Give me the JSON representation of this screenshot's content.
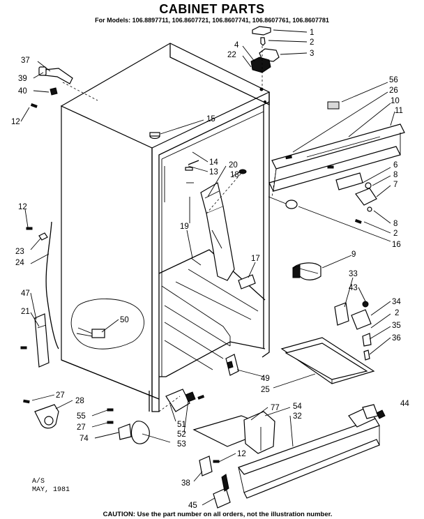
{
  "header": {
    "title": "CABINET PARTS",
    "models": "For Models: 106.8897711, 106.8607721, 106.8607741, 106.8607761, 106.8607781"
  },
  "callouts": {
    "n1": "1",
    "n2": "2",
    "n3": "3",
    "n4": "4",
    "n22": "22",
    "n37": "37",
    "n39": "39",
    "n40": "40",
    "n12a": "12",
    "n15": "15",
    "n56": "56",
    "n26": "26",
    "n10": "10",
    "n11": "11",
    "n14": "14",
    "n13": "13",
    "n20": "20",
    "n18": "18",
    "n6": "6",
    "n8a": "8",
    "n7": "7",
    "n8b": "8",
    "n2b": "2",
    "n16": "16",
    "n12b": "12",
    "n23": "23",
    "n24": "24",
    "n19": "19",
    "n17": "17",
    "n9": "9",
    "n33": "33",
    "n43": "43",
    "n34": "34",
    "n2c": "2",
    "n35": "35",
    "n36": "36",
    "n47": "47",
    "n21": "21",
    "n50": "50",
    "n49": "49",
    "n25": "25",
    "n27a": "27",
    "n28": "28",
    "n55": "55",
    "n27b": "27",
    "n74": "74",
    "n51": "51",
    "n52": "52",
    "n53": "53",
    "n77": "77",
    "n54": "54",
    "n32": "32",
    "n44": "44",
    "n12c": "12",
    "n38": "38",
    "n45": "45"
  },
  "footer": {
    "stamp_line1": "A/S",
    "stamp_line2": "MAY, 1981",
    "caution": "CAUTION: Use the part number on all orders, not the illustration number."
  }
}
